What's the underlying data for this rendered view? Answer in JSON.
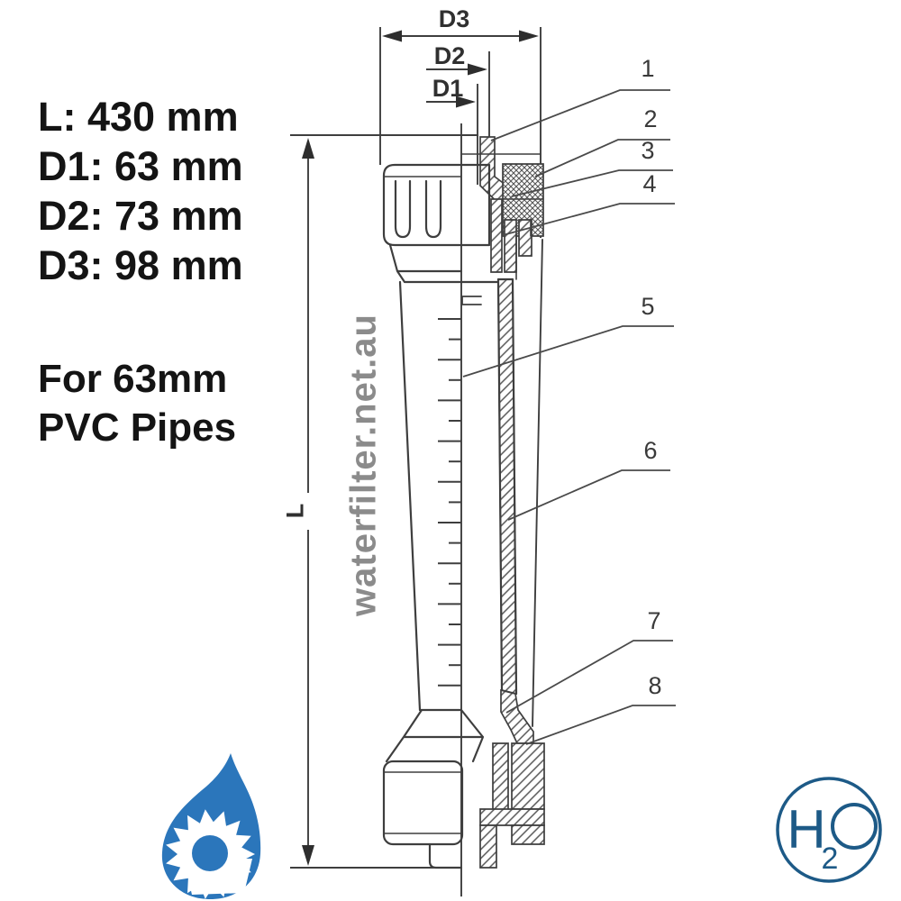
{
  "page": {
    "background": "#ffffff"
  },
  "specs": {
    "lines": [
      "L: 430 mm",
      "D1: 63 mm",
      "D2: 73 mm",
      "D3: 98 mm"
    ],
    "note_line1": "For 63mm",
    "note_line2": "PVC Pipes"
  },
  "watermark": {
    "text": "waterfilter.net.au",
    "color": "#8b8b8b"
  },
  "diagram": {
    "line_color": "#3e3e3e",
    "dimension_labels": {
      "d3": "D3",
      "d2": "D2",
      "d1": "D1",
      "length": "L"
    },
    "callouts": [
      {
        "label": "1"
      },
      {
        "label": "2"
      },
      {
        "label": "3"
      },
      {
        "label": "4"
      },
      {
        "label": "5"
      },
      {
        "label": "6"
      },
      {
        "label": "7"
      },
      {
        "label": "8"
      }
    ]
  },
  "logos": {
    "water_drop": {
      "icon": "water-drop-gear-logo",
      "color": "#2b76bb"
    },
    "h2o": {
      "h": "H",
      "subscript": "2",
      "o": "O",
      "color": "#1d5a87"
    }
  }
}
